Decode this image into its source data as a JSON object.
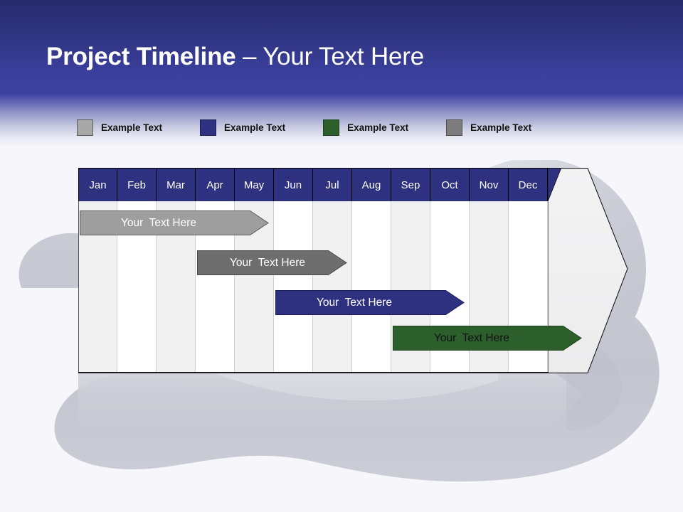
{
  "slide": {
    "title_bold": "Project Timeline",
    "title_sep": " – ",
    "title_light": "Your Text Here",
    "background_color": "#f7f7fb",
    "header_top_color": "#272b6d",
    "header_bottom_color": "#3d42a2"
  },
  "legend": {
    "items": [
      {
        "label": "Example Text",
        "color": "#a8a8a8",
        "border": "#5a5a5a",
        "icon": "legend-swatch-icon"
      },
      {
        "label": "Example Text",
        "color": "#2e3180",
        "border": "#1b1d55",
        "icon": "legend-swatch-icon"
      },
      {
        "label": "Example Text",
        "color": "#2c5f2c",
        "border": "#1d421d",
        "icon": "legend-swatch-icon"
      },
      {
        "label": "Example Text",
        "color": "#7d7d7d",
        "border": "#4f4f4f",
        "icon": "legend-swatch-icon"
      }
    ]
  },
  "chart_data": {
    "type": "bar",
    "title": "Project Timeline – Your Text Here",
    "xlabel": "",
    "ylabel": "",
    "grid": true,
    "legend_position": "top",
    "categories": [
      "Jan",
      "Feb",
      "Mar",
      "Apr",
      "May",
      "Jun",
      "Jul",
      "Aug",
      "Sep",
      "Oct",
      "Nov",
      "Dec"
    ],
    "axis_months": 12,
    "header_fill": "#2e3180",
    "header_text_color": "#ffffff",
    "series": [
      {
        "name": "Your  Text Here",
        "label": "Your  Text Here",
        "color": "#9e9e9e",
        "border": "#5d5d5d",
        "text_color": "#ffffff",
        "start_month": 1,
        "end_month": 4.9,
        "row": 1
      },
      {
        "name": "Your  Text Here",
        "label": "Your  Text Here",
        "color": "#6e6e6e",
        "border": "#4a4a4a",
        "text_color": "#ffffff",
        "start_month": 4,
        "end_month": 6.9,
        "row": 2
      },
      {
        "name": "Your  Text Here",
        "label": "Your  Text Here",
        "color": "#2e3180",
        "border": "#1b1d55",
        "text_color": "#ffffff",
        "start_month": 6,
        "end_month": 9.9,
        "row": 3
      },
      {
        "name": "Your  Text Here",
        "label": "Your  Text Here",
        "color": "#2c5f2c",
        "border": "#1d421d",
        "text_color": "#111111",
        "start_month": 9,
        "end_month": 12.9,
        "row": 4
      }
    ]
  }
}
